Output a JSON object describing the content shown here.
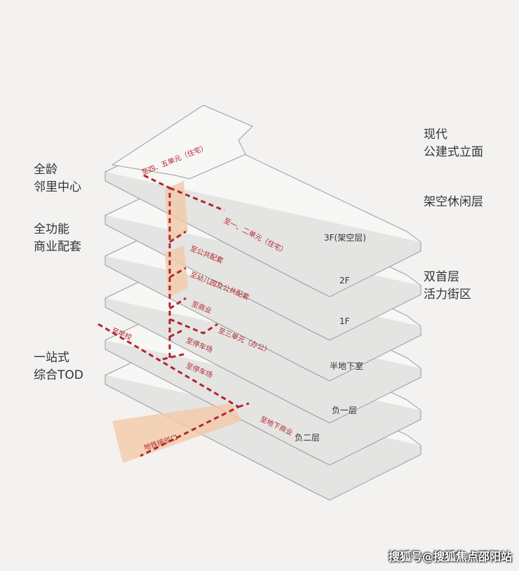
{
  "left_labels": [
    {
      "line1": "全龄",
      "line2": "邻里中心"
    },
    {
      "line1": "全功能",
      "line2": "商业配套"
    },
    {
      "line1": "一站式",
      "line2": "综合TOD"
    }
  ],
  "right_labels": [
    {
      "line1": "现代",
      "line2": "公建式立面"
    },
    {
      "line1": "架空休闲层",
      "line2": ""
    },
    {
      "line1": "双首层",
      "line2": "活力街区"
    }
  ],
  "floors": [
    "3F(架空层)",
    "2F",
    "1F",
    "半地下室",
    "负一层",
    "负二层"
  ],
  "routes": {
    "units45": "至四、五单元（住宅）",
    "units12": "至一、二单元（住宅）",
    "public": "至公共配套",
    "kindergarten": "至幼儿园及公共配套",
    "commerce": "至商业",
    "unit3": "至三单元（办公）",
    "parking1": "至停车场",
    "parking2": "至停车场",
    "school": "至学校",
    "metro": "地铁接驳口",
    "underground": "至地下商业"
  },
  "colors": {
    "route": "#b3262b",
    "highlight": "#f2c9a8",
    "line": "#9a9a9a"
  },
  "watermark": "搜狐号@搜狐焦点邵阳站"
}
